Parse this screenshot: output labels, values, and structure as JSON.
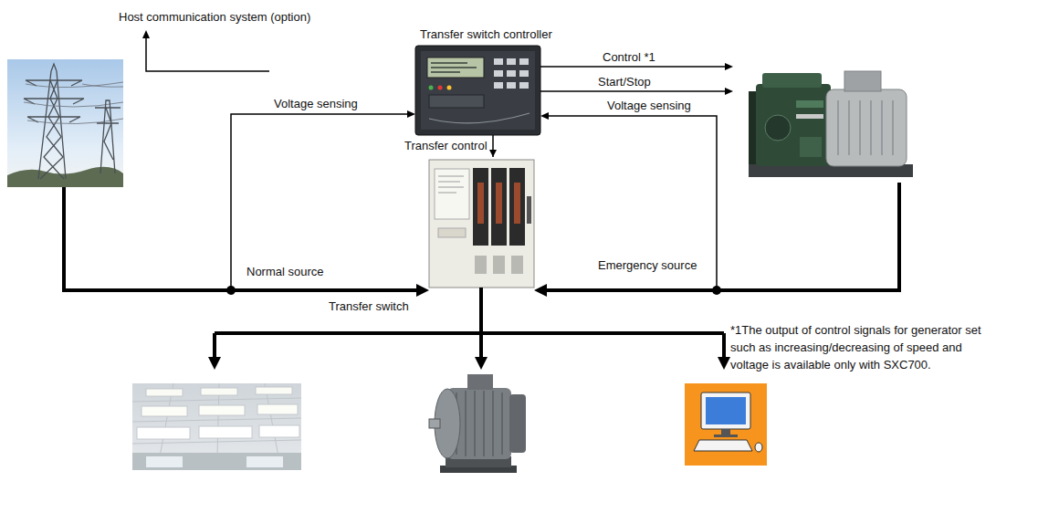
{
  "diagram": {
    "nodes": [
      {
        "text": [
          "Transfer switch controller"
        ]
      },
      {
        "text": [
          "Transfer switch"
        ]
      }
    ],
    "edges": [
      {
        "from": 0,
        "to": 1,
        "arrow": "to",
        "label": "Transfer control"
      }
    ],
    "labels": [
      "Host communication system (option)",
      "Control *1",
      "Start/Stop",
      "Voltage sensing",
      "Voltage sensing",
      "Normal source",
      "Emergency source",
      "*1The output of control signals for generator set such as increasing/decreasing of speed and voltage is available only with SXC700."
    ]
  }
}
